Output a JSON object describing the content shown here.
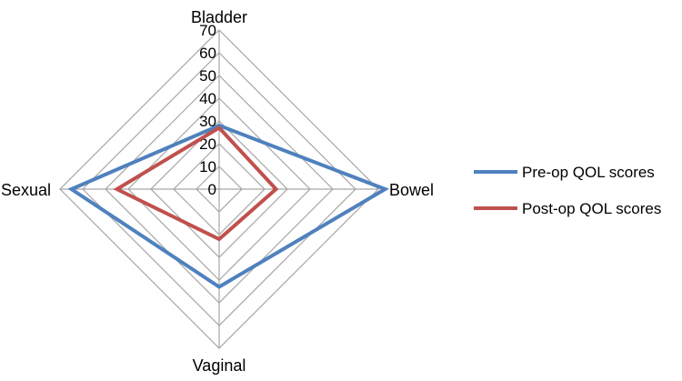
{
  "chart_data": {
    "type": "radar",
    "axes": [
      "Bladder",
      "Bowel",
      "Vaginal",
      "Sexual"
    ],
    "ticks": [
      0,
      10,
      20,
      30,
      40,
      50,
      60,
      70
    ],
    "range": [
      0,
      70
    ],
    "grid": true,
    "legend_position": "right",
    "series": [
      {
        "name": "Pre-op QOL scores",
        "values": [
          28,
          73,
          43,
          65
        ],
        "color": "#4f81bd"
      },
      {
        "name": "Post-op QOL scores",
        "values": [
          27,
          25,
          22,
          45
        ],
        "color": "#c0504d"
      }
    ],
    "gridline_color": "#a6a6a6"
  }
}
